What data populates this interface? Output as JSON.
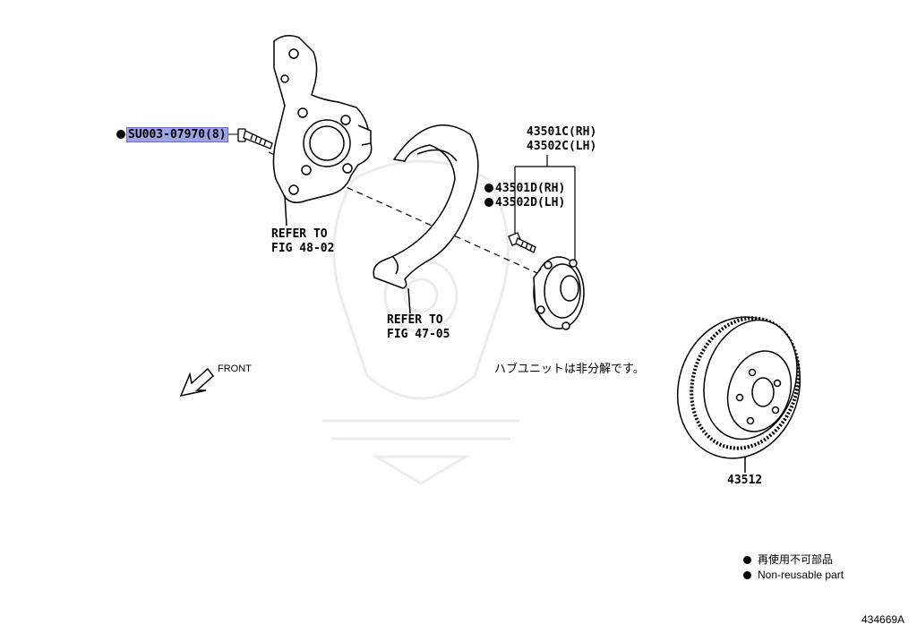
{
  "callouts": {
    "bolt": {
      "part_number": "SU003-07970(8)",
      "non_reusable": true
    },
    "hub_assy_rh": "43501C(RH)",
    "hub_assy_lh": "43502C(LH)",
    "hub_bolt_rh": "43501D(RH)",
    "hub_bolt_lh": "43502D(LH)",
    "rotor": "43512"
  },
  "refs": {
    "knuckle": {
      "line1": "REFER TO",
      "line2": "FIG 48-02"
    },
    "dust_cover": {
      "line1": "REFER TO",
      "line2": "FIG 47-05"
    }
  },
  "front_label": "FRONT",
  "hub_note": "ハブユニットは非分解です。",
  "legend": {
    "jp": "再使用不可部品",
    "en": "Non-reusable part"
  },
  "figure_id": "434669A",
  "colors": {
    "highlight": "#9da4e6",
    "line": "#000000"
  }
}
